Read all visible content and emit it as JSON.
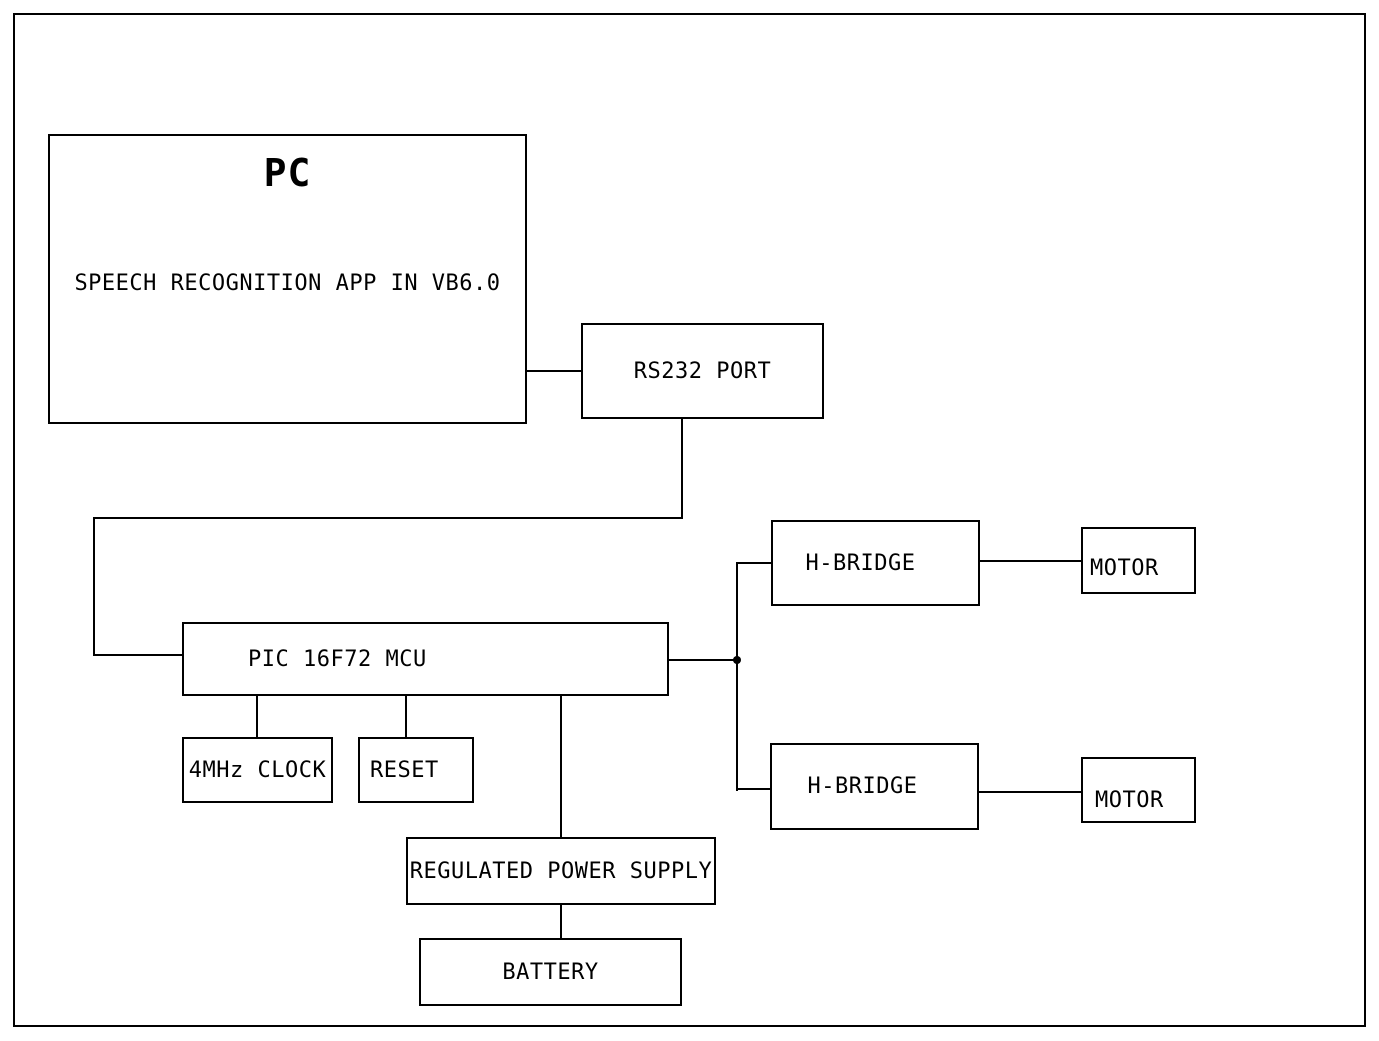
{
  "blocks": {
    "pc": {
      "title": "PC",
      "subtitle": "SPEECH RECOGNITION APP IN VB6.0"
    },
    "rs232_port": {
      "label": "RS232 PORT"
    },
    "mcu": {
      "label": "PIC 16F72 MCU"
    },
    "clock": {
      "label": "4MHz CLOCK"
    },
    "reset": {
      "label": "RESET"
    },
    "power_supply": {
      "label": "REGULATED POWER SUPPLY"
    },
    "battery": {
      "label": "BATTERY"
    },
    "h_bridge_top": {
      "label": "H-BRIDGE"
    },
    "h_bridge_bottom": {
      "label": "H-BRIDGE"
    },
    "motor_top": {
      "label": "MOTOR"
    },
    "motor_bottom": {
      "label": "MOTOR"
    }
  },
  "connections": [
    {
      "from": "pc",
      "to": "rs232_port"
    },
    {
      "from": "rs232_port",
      "to": "mcu"
    },
    {
      "from": "mcu",
      "to": "clock"
    },
    {
      "from": "mcu",
      "to": "reset"
    },
    {
      "from": "mcu",
      "to": "power_supply"
    },
    {
      "from": "power_supply",
      "to": "battery"
    },
    {
      "from": "mcu",
      "to": "h_bridge_top"
    },
    {
      "from": "mcu",
      "to": "h_bridge_bottom"
    },
    {
      "from": "h_bridge_top",
      "to": "motor_top"
    },
    {
      "from": "h_bridge_bottom",
      "to": "motor_bottom"
    }
  ],
  "colors": {
    "line": "#000000",
    "background": "#ffffff"
  }
}
